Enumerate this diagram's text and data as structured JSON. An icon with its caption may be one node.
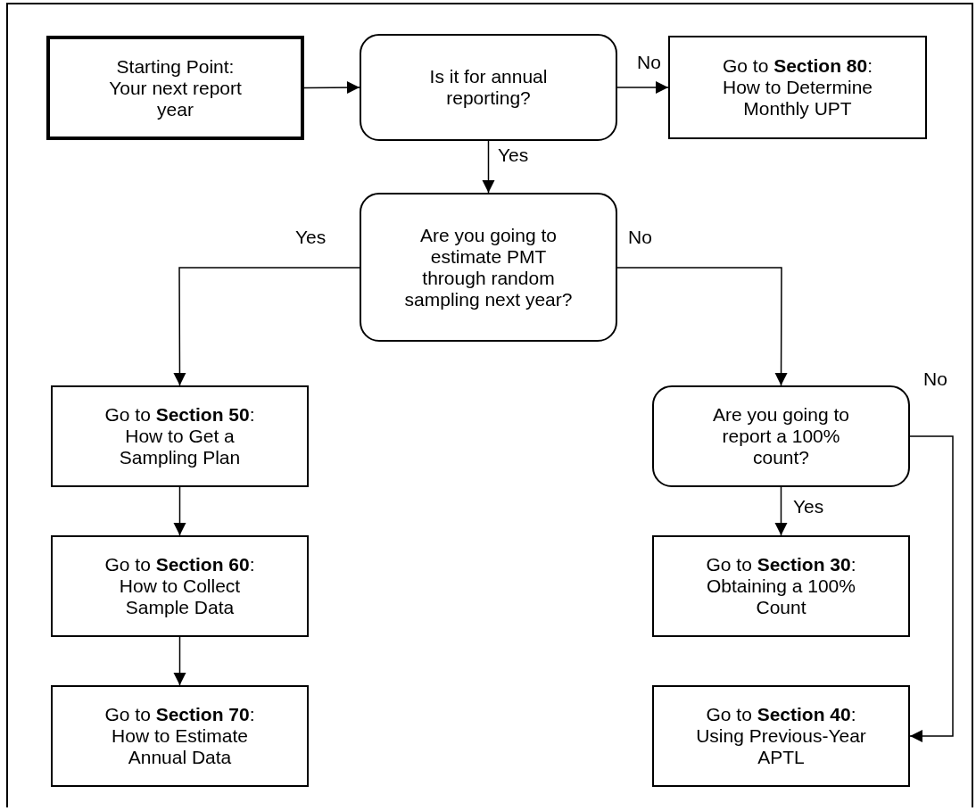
{
  "diagram": {
    "nodes": [
      {
        "text": [
          "Starting Point: Your next report year"
        ]
      },
      {
        "text": [
          "Is it for annual reporting?"
        ]
      },
      {
        "text": [
          "Go to **Section 80**: How to Determine Monthly UPT"
        ]
      },
      {
        "text": [
          "Are you going to estimate PMT through random sampling next year?"
        ]
      },
      {
        "text": [
          "Go to **Section 50**: How to Get a Sampling Plan"
        ]
      },
      {
        "text": [
          "Are you going to report a 100% count?"
        ]
      },
      {
        "text": [
          "Go to **Section 60**: How to Collect Sample Data"
        ]
      },
      {
        "text": [
          "Go to **Section 30**: Obtaining a 100% Count"
        ]
      },
      {
        "text": [
          "Go to **Section 70**: How to Estimate Annual Data"
        ]
      },
      {
        "text": [
          "Go to **Section 40**: Using Previous-Year APTL"
        ]
      }
    ],
    "edges": [
      {
        "from": 0,
        "to": 1,
        "arrow": "to"
      },
      {
        "from": 1,
        "to": 2,
        "arrow": "to",
        "label": "No"
      },
      {
        "from": 1,
        "to": 3,
        "arrow": "to",
        "label": "Yes"
      },
      {
        "from": 3,
        "to": 4,
        "arrow": "to",
        "label": "Yes"
      },
      {
        "from": 3,
        "to": 5,
        "arrow": "to",
        "label": "No"
      },
      {
        "from": 4,
        "to": 6,
        "arrow": "to"
      },
      {
        "from": 6,
        "to": 8,
        "arrow": "to"
      },
      {
        "from": 5,
        "to": 7,
        "arrow": "to",
        "label": "Yes"
      },
      {
        "from": 5,
        "to": 9,
        "arrow": "to",
        "label": "No"
      }
    ]
  }
}
